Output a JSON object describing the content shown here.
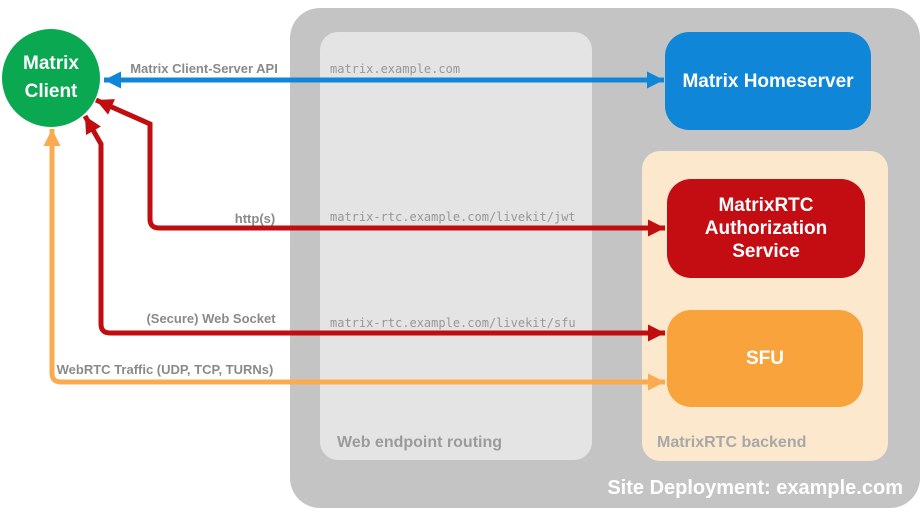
{
  "colors": {
    "background": "#ffffff",
    "site_container_gray": "#c4c4c4",
    "routing_box_gray": "#e4e4e4",
    "backend_box_peach": "#fce8cd",
    "homeserver_blue": "#1086d9",
    "client_green": "#09a851",
    "auth_service_red": "#c30d13",
    "sfu_orange": "#f9a33c",
    "arrow_blue": "#1086d9",
    "arrow_red": "#c00d10",
    "arrow_orange": "#fbab4f",
    "arrow_label_gray": "#8a8a8a"
  },
  "containers": {
    "site_deployment": {
      "label": "Site Deployment: example.com"
    },
    "web_endpoint_routing": {
      "label": "Web endpoint routing"
    },
    "matrixrtc_backend": {
      "label": "MatrixRTC backend"
    }
  },
  "nodes": {
    "matrix_client": {
      "shape": "circle",
      "color": "#09a851",
      "lines": [
        "Matrix",
        "Client"
      ]
    },
    "matrix_homeserver": {
      "shape": "rounded-rect",
      "color": "#1086d9",
      "label": "Matrix Homeserver"
    },
    "auth_service": {
      "shape": "rounded-rect",
      "color": "#c30d13",
      "lines": [
        "MatrixRTC",
        "Authorization",
        "Service"
      ]
    },
    "sfu": {
      "shape": "rounded-rect",
      "color": "#f9a33c",
      "label": "SFU"
    }
  },
  "endpoints": [
    "matrix.example.com",
    "matrix-rtc.example.com/livekit/jwt",
    "matrix-rtc.example.com/livekit/sfu"
  ],
  "arrows": [
    {
      "label": "Matrix Client-Server API",
      "from": "matrix-client",
      "to": "matrix-homeserver",
      "color": "#1086d9",
      "bidirectional": true
    },
    {
      "label": "http(s)",
      "from": "matrix-client",
      "to": "matrixrtc-authorization-service",
      "color": "#c00d10",
      "bidirectional": true
    },
    {
      "label": "(Secure) Web Socket",
      "from": "matrix-client",
      "to": "sfu",
      "color": "#c00d10",
      "bidirectional": true
    },
    {
      "label": "WebRTC Traffic (UDP, TCP, TURNs)",
      "from": "matrix-client",
      "to": "sfu",
      "color": "#fbab4f",
      "bidirectional": true
    }
  ]
}
